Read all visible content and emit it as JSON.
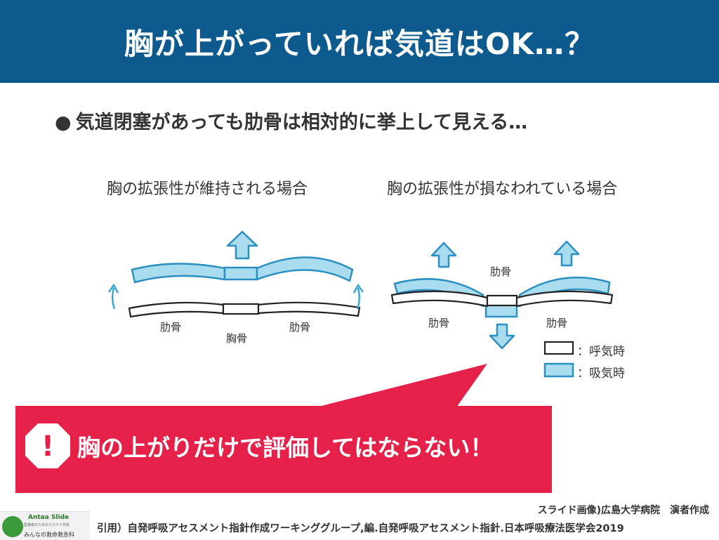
{
  "header": {
    "title": "胸が上がっていれば気道はOK…？"
  },
  "bullet": {
    "marker": "●",
    "text": "気道閉塞があっても肋骨は相対的に挙上して見える…"
  },
  "diagram": {
    "left_caption": "胸の拡張性が維持される場合",
    "right_caption": "胸の拡張性が損なわれている場合",
    "labels": {
      "rib_left": "肋骨",
      "sternum": "胸骨",
      "rib_right": "肋骨",
      "rib_top": "肋骨",
      "rib_lower_left": "肋骨",
      "rib_lower_right": "肋骨"
    },
    "legend": {
      "exhale": "：呼気時",
      "inhale": "：吸気時"
    },
    "colors": {
      "inhale_fill": "#a9dcef",
      "inhale_stroke": "#3aa6d6",
      "exhale_fill": "#ffffff"
    }
  },
  "warning": {
    "icon": "!",
    "text": "胸の上がりだけで評価してはならない！",
    "color": "#e5214a"
  },
  "footer": {
    "credit": "スライド画像)広島大学病院　演者作成",
    "citation": "引用）自発呼吸アセスメント指針作成ワーキンググループ,編.自発呼吸アセスメント指針.日本呼吸療法医学会2019",
    "logo_brand": "Antaa Slide",
    "logo_tagline": "医療者のためのスライド共有",
    "logo_sub": "みんなの救命救急科"
  },
  "theme": {
    "header_bg": "#0d5a8f"
  }
}
